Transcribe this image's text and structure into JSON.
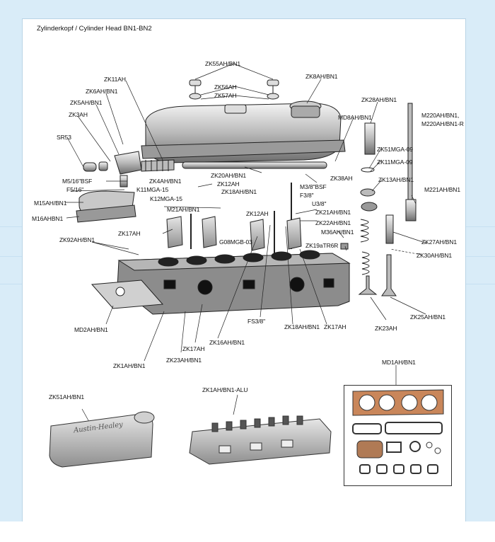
{
  "page": {
    "title": "Zylinderkopf / Cylinder Head BN1-BN2"
  },
  "labels": {
    "zk55": "ZK55AH/BN1",
    "zk8": "ZK8AH/BN1",
    "zk11": "ZK11AH",
    "zk56": "ZK56AH",
    "zk57": "ZK57AH",
    "zk6": "ZK6AH/BN1",
    "zk28": "ZK28AH/BN1",
    "zk5": "ZK5AH/BN1",
    "md8": "MD8AH/BN1",
    "m220": "M220AH/BN1,",
    "m220r": "M220AH/BN1-R",
    "zk3": "ZK3AH",
    "sr53": "SR53",
    "zk51mga": "ZK51MGA-09",
    "zk11mga": "ZK11MGA-09",
    "zk20": "ZK20AH/BN1",
    "zk38": "ZK38AH",
    "zk13": "ZK13AH/BN1",
    "m5": "M5/16\"BSF",
    "f5": "F5/16\"",
    "zk4": "ZK4AH/BN1",
    "k11mga": "K11MGA-15",
    "zk12a": "ZK12AH",
    "m3": "M3/8\"BSF",
    "zk18a": "ZK18AH/BN1",
    "f3": "F3/8\"",
    "m221": "M221AH/BN1",
    "k12mga": "K12MGA-15",
    "u3": "U3/8\"",
    "m15": "M15AH/BN1",
    "m21": "M21AH/BN1",
    "zk21": "ZK21AH/BN1",
    "zk12b": "ZK12AH",
    "m16": "M16AHBN1",
    "zk22": "ZK22AH/BN1",
    "zk17a": "ZK17AH",
    "m36": "M36AH/BN1",
    "g08": "G08MGB-03",
    "zk27": "ZK27AH/BN1",
    "zk92": "ZK92AH/BN1",
    "zk19": "ZK19aTR6R",
    "zk30": "ZK30AH/BN1",
    "zk25": "ZK25AH/BN1",
    "fs3": "FS3/8\"",
    "md2": "MD2AH/BN1",
    "zk18b": "ZK18AH/BN1",
    "zk17b": "ZK17AH",
    "zk23a": "ZK23AH",
    "zk16": "ZK16AH/BN1",
    "zk17c": "ZK17AH",
    "zk1": "ZK1AH/BN1",
    "zk23b": "ZK23AH/BN1",
    "md1": "MD1AH/BN1",
    "zk51": "ZK51AH/BN1",
    "zk1alu": "ZK1AH/BN1-ALU"
  },
  "cover_script": "Austin-Healey",
  "colors": {
    "background": "#d9ecf8",
    "panel": "#ffffff",
    "ink": "#111111",
    "gasket_copper": "#c9865a"
  }
}
